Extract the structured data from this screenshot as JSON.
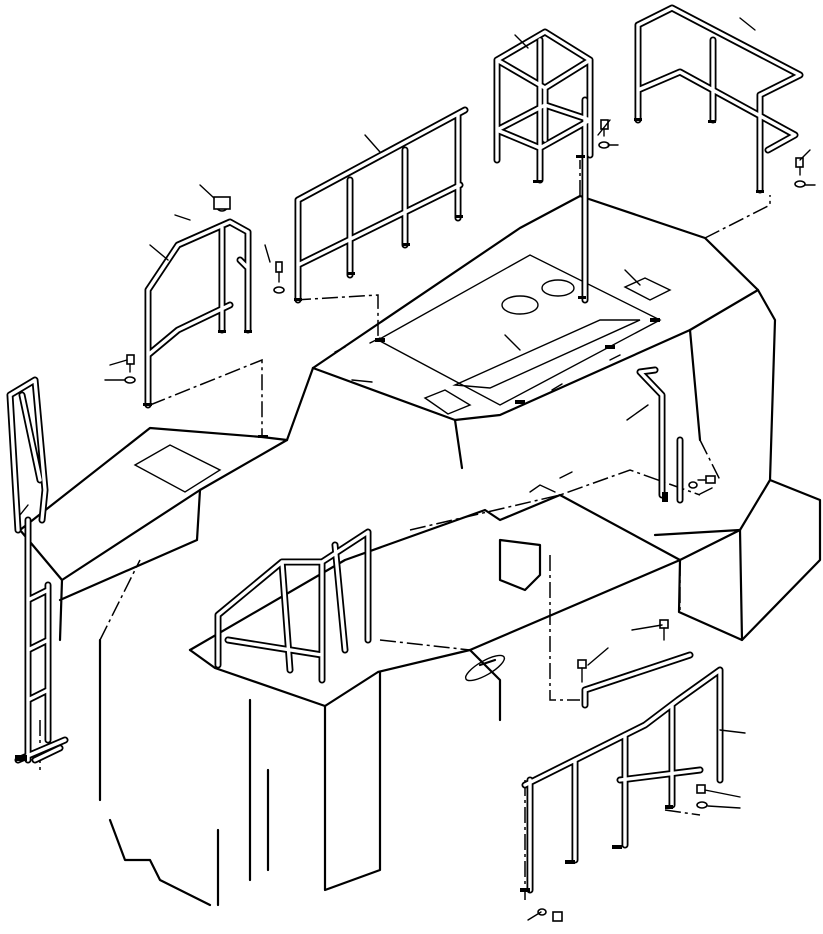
{
  "drawing": {
    "colors": {
      "line": "#000000",
      "background": "#ffffff"
    },
    "components": [
      "main-deck-body",
      "front-deck-handrail",
      "left-side-handrail",
      "left-ladder",
      "top-center-handrail",
      "top-box-guard",
      "top-right-handrail",
      "cab-grab-handle",
      "rear-step-bar",
      "rear-handrail",
      "front-lower-handrail"
    ],
    "fasteners": [
      "bolt",
      "washer",
      "nut"
    ]
  }
}
